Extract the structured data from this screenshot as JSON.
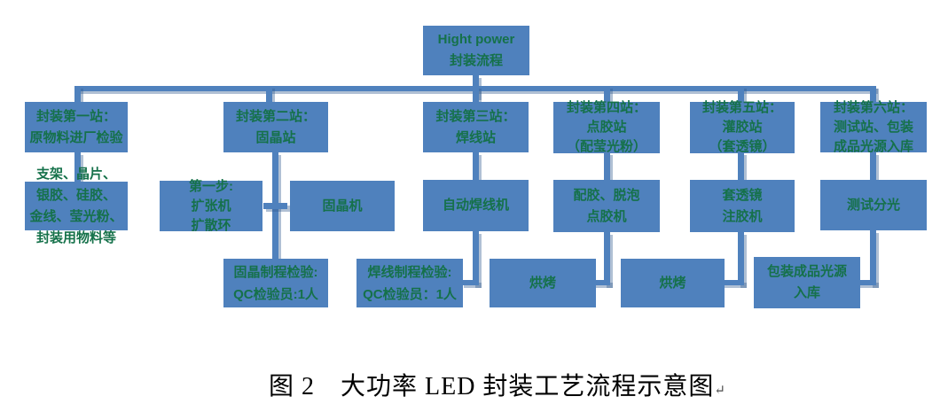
{
  "colors": {
    "box_fill": "#4f81bd",
    "connector_shadow": "#2f5a8f",
    "box_text_green": "#15714a",
    "caption_black": "#000000"
  },
  "root_box": {
    "lines": [
      "Hight power",
      "封装流程"
    ]
  },
  "stations": [
    {
      "header": [
        "封装第一站：",
        "原物料进厂检验"
      ]
    },
    {
      "header": [
        "封装第二站：",
        "固晶站"
      ]
    },
    {
      "header": [
        "封装第三站：",
        "焊线站"
      ]
    },
    {
      "header": [
        "封装第四站：",
        "点胶站",
        "（配莹光粉）"
      ]
    },
    {
      "header": [
        "封装第五站：",
        "灌胶站",
        "（套透镜）"
      ]
    },
    {
      "header": [
        "封装第六站：",
        "测试站、包装",
        "成品光源入库"
      ]
    }
  ],
  "process_boxes": {
    "materials": {
      "lines": [
        "支架、晶片、",
        "银胶、硅胶、",
        "金线、莹光粉、",
        "封装用物料等"
      ]
    },
    "expander": {
      "lines": [
        "第一步:",
        "扩张机",
        "扩散环"
      ]
    },
    "die_bonder": {
      "lines": [
        "固晶机"
      ]
    },
    "auto_wire_bonder": {
      "lines": [
        "自动焊线机"
      ]
    },
    "glue_dispenser": {
      "lines": [
        "配胶、脱泡",
        "点胶机"
      ]
    },
    "lens_injector": {
      "lines": [
        "套透镜",
        "注胶机"
      ]
    },
    "test_sorting": {
      "lines": [
        "测试分光"
      ]
    },
    "die_bond_qc": {
      "lines": [
        "固晶制程检验:",
        "QC检验员:1人"
      ]
    },
    "wire_bond_qc": {
      "lines": [
        "焊线制程检验:",
        "QC检验员：1人"
      ]
    },
    "bake_1": {
      "lines": [
        "烘烤"
      ]
    },
    "bake_2": {
      "lines": [
        "烘烤"
      ]
    },
    "packing_storage": {
      "lines": [
        "包装成品光源",
        "入库"
      ]
    }
  },
  "caption": {
    "text": "图 2　大功率 LED 封装工艺流程示意图",
    "paragraph_mark": "↵"
  }
}
